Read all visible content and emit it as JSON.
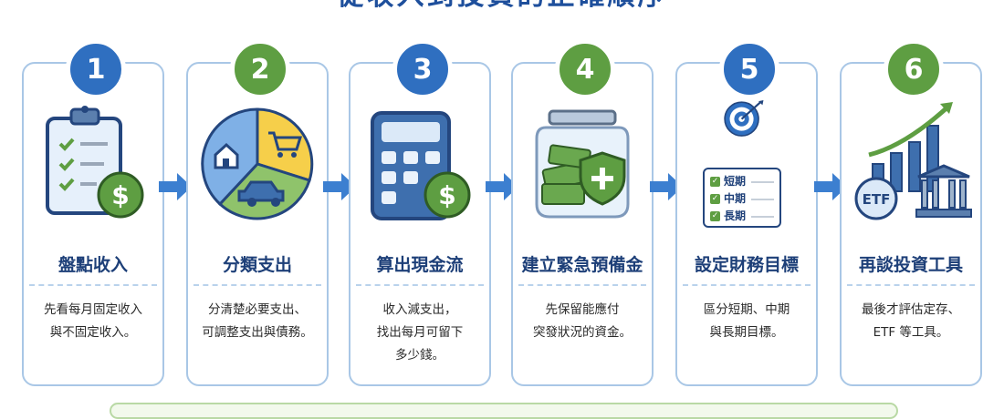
{
  "title": "從收入到投資的正確順序",
  "colors": {
    "primary_blue": "#2f6fc0",
    "primary_green": "#5e9e42",
    "title_navy": "#1d3f78",
    "card_border": "#a9c7e6"
  },
  "steps": [
    {
      "number": "1",
      "title": "盤點收入",
      "desc": [
        "先看每月固定收入",
        "與不固定收入。"
      ],
      "icon": "clipboard-checklist-dollar-icon"
    },
    {
      "number": "2",
      "title": "分類支出",
      "desc": [
        "分清楚必要支出、",
        "可調整支出與債務。"
      ],
      "icon": "pie-chart-house-cart-car-icon"
    },
    {
      "number": "3",
      "title": "算出現金流",
      "desc": [
        "收入減支出，",
        "找出每月可留下",
        "多少錢。"
      ],
      "icon": "calculator-dollar-icon"
    },
    {
      "number": "4",
      "title": "建立緊急預備金",
      "desc": [
        "先保留能應付",
        "突發狀況的資金。"
      ],
      "icon": "jar-cash-shield-icon"
    },
    {
      "number": "5",
      "title": "設定財務目標",
      "desc": [
        "區分短期、中期",
        "與長期目標。"
      ],
      "icon": "target-arrow-checklist-icon",
      "checklist": [
        "短期",
        "中期",
        "長期"
      ]
    },
    {
      "number": "6",
      "title": "再談投資工具",
      "desc": [
        "最後才評估定存、",
        "ETF 等工具。"
      ],
      "icon": "growth-chart-etf-bank-icon",
      "icon_text": "ETF"
    }
  ]
}
